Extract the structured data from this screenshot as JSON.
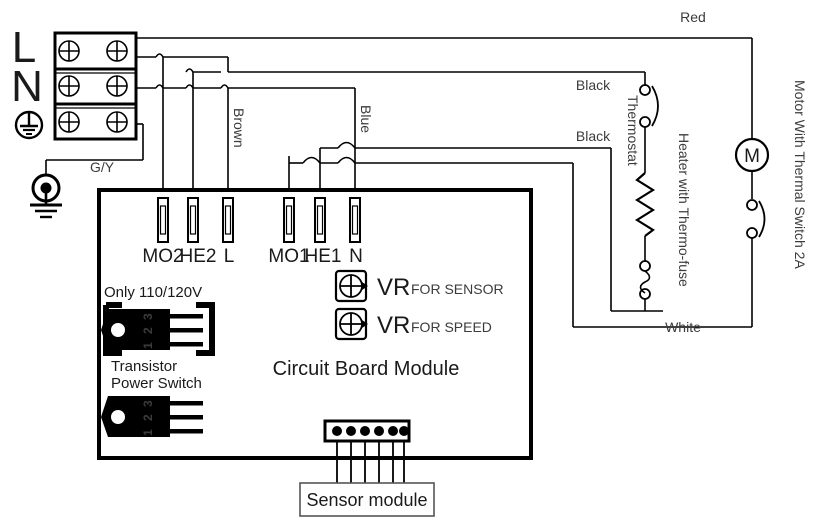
{
  "diagram": {
    "title": "Wiring diagram - circuit board module with heater and motor",
    "stroke_color": "#000000",
    "label_color": "#3c3c3c",
    "board_label": "Circuit Board Module",
    "sensor_module_label": "Sensor module"
  },
  "supply_terminal_block": {
    "rows": [
      {
        "label": "L",
        "screws": 2
      },
      {
        "label": "N",
        "screws": 2
      },
      {
        "label": "earth-symbol",
        "screws": 2
      }
    ],
    "ground_wire_label": "G/Y"
  },
  "board_terminals": [
    {
      "id": "MO2",
      "label": "MO2"
    },
    {
      "id": "HE2",
      "label": "HE2"
    },
    {
      "id": "L",
      "label": "L"
    },
    {
      "id": "MO1",
      "label": "MO1"
    },
    {
      "id": "HE1",
      "label": "HE1"
    },
    {
      "id": "N",
      "label": "N"
    }
  ],
  "wire_labels": {
    "brown": "Brown",
    "blue": "Blue",
    "red": "Red",
    "white": "White",
    "black_upper": "Black",
    "black_lower": "Black"
  },
  "components": {
    "thermostat": {
      "label": "Thermostat",
      "type": "switch"
    },
    "heater": {
      "label": "Heater with Thermo-fuse",
      "type": "resistor-with-fuse"
    },
    "motor": {
      "label": "Motor With Thermal Switch 2A",
      "symbol": "M",
      "rating": "2A"
    }
  },
  "board_parts": {
    "vr_sensor": {
      "prefix": "VR",
      "suffix": "FOR SENSOR"
    },
    "vr_speed": {
      "prefix": "VR",
      "suffix": "FOR SPEED"
    },
    "transistor_top_note": "Only 110/120V",
    "transistor_caption_line1": "Transistor",
    "transistor_caption_line2": "Power Switch",
    "transistor_pins": [
      "1",
      "2",
      "3"
    ],
    "sensor_connector_pins": 6
  }
}
